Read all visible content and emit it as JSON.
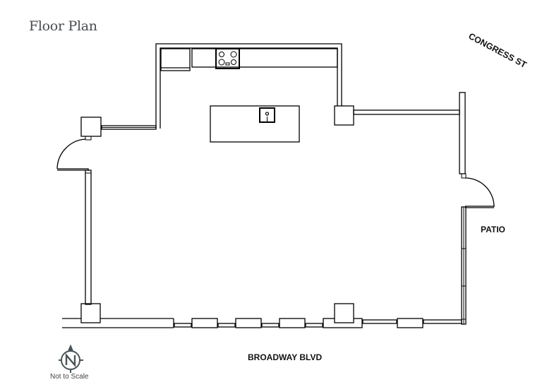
{
  "title": "Floor Plan",
  "labels": {
    "north_street": "CONGRESS ST",
    "south_street": "BROADWAY BLVD",
    "east_area": "PATIO",
    "scale_note": "Not to Scale"
  },
  "compass": {
    "letter": "N",
    "icon": "north-compass-icon"
  },
  "fixtures": [
    {
      "name": "refrigerator",
      "icon": "fridge-icon"
    },
    {
      "name": "range",
      "icon": "stove-icon"
    },
    {
      "name": "kitchen-island",
      "icon": "island-icon"
    },
    {
      "name": "sink",
      "icon": "sink-icon"
    }
  ],
  "colors": {
    "line": "#000000",
    "title": "#4a4d50",
    "compass": "#4a5558"
  }
}
